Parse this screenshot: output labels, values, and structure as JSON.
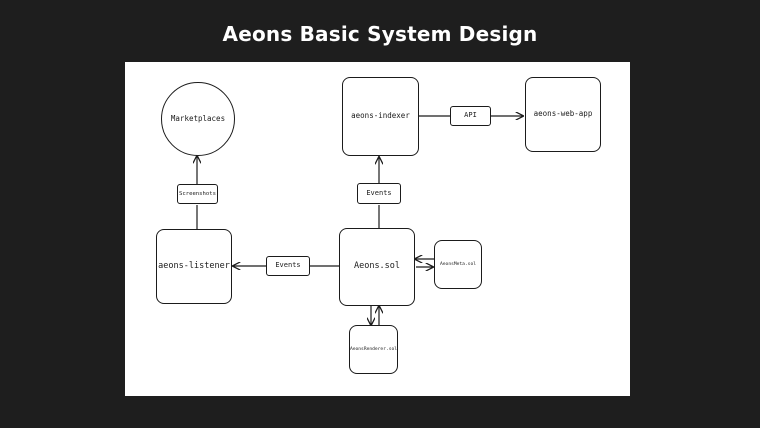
{
  "title": "Aeons Basic System Design",
  "diagram": {
    "nodes": {
      "marketplaces": "Marketplaces",
      "screenshots": "Screenshots",
      "aeons_listener": "aeons-listener",
      "events_left": "Events",
      "aeons_sol": "Aeons.sol",
      "aeons_meta": "AeonsMeta.sol",
      "aeons_renderer": "AeonsRenderer.sol",
      "events_up": "Events",
      "aeons_indexer": "aeons-indexer",
      "api": "API",
      "aeons_web_app": "aeons-web-app"
    }
  }
}
